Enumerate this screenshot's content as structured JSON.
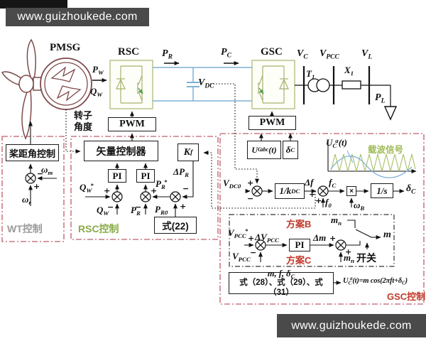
{
  "watermarks": {
    "top": "www.guizhoukede.com",
    "bottom": "www.guizhoukede.com"
  },
  "signs": {
    "plus": "+",
    "minus": "−"
  },
  "colors": {
    "machine_maroon": "#7d4a4a",
    "converter_olive": "#b9bf85",
    "line_blue": "#7fb2d6",
    "border_pink": "#c97a85",
    "accent_green": "#8aab4a",
    "accent_red": "#c0392b",
    "watermark_bg": "#4a4a4a"
  },
  "power": {
    "pmsg": "PMSG",
    "rsc": "RSC",
    "gsc": "GSC",
    "p_w": "P_{W}",
    "q_w": "Q_{W}",
    "p_r": "P_{R}",
    "p_c": "P_{C}",
    "v_dc": "V_{DC}",
    "v_c": "V_{C}",
    "t1": "T_{1}",
    "v_pcc": "V_{PCC}",
    "x1": "X_{1}",
    "v_l": "V_{L}",
    "p_l": "P_{L}"
  },
  "wt": {
    "title": "WT控制",
    "pitch": "桨距角控制",
    "omega_m": "ω_{m}",
    "omega_r": "ω_{r}"
  },
  "rsc": {
    "title": "RSC控制",
    "rotor_angle": "转子角度",
    "pwm": "PWM",
    "vector": "矢量控制器",
    "pi1": "PI",
    "pi2": "PI",
    "kf": "K_{f}",
    "q_ref": "Q_{W}^{*}",
    "q_fb": "Q_{W}",
    "p_ref": "P_{R}^{*}",
    "p_fb": "P_{R}",
    "p_r0": "P_{R0}",
    "dp_r": "ΔP_{R}",
    "eq22": "式(22)"
  },
  "gsc": {
    "title": "GSC控制",
    "pwm": "PWM",
    "uc_abc": "U_{C}^{abc}(t)",
    "delta_c_in": "δ_{C}",
    "uca": "U_{C}^{a}(t)",
    "carrier": "载波信号",
    "v_dc0": "V_{DC0}",
    "inv_kdc": "1/k_{DC}",
    "df": "Δf",
    "f0": "f_{0}",
    "fc": "f_{C}",
    "times": "×",
    "omega_b": "ω_{B}",
    "integrator": "1/s",
    "delta_c_out": "δ_{C}",
    "scheme_b": "方案B",
    "scheme_c": "方案C",
    "v_pcc_ref": "V_{PCC}^{*}",
    "v_pcc_fb": "V_{PCC}",
    "dv_pcc": "ΔV_{PCC}",
    "pi": "PI",
    "dm": "Δm",
    "mn_top": "m_{n}",
    "mn_bot": "m_{n}",
    "switch_label": "开关",
    "m_out": "m",
    "f_line1": "m, f, δ_{C}",
    "f_line2": "式（28）、式（29）、式（31）",
    "out_formula": "U_{C}^{a}(t)=m cos(2πft+δ_{C})"
  }
}
